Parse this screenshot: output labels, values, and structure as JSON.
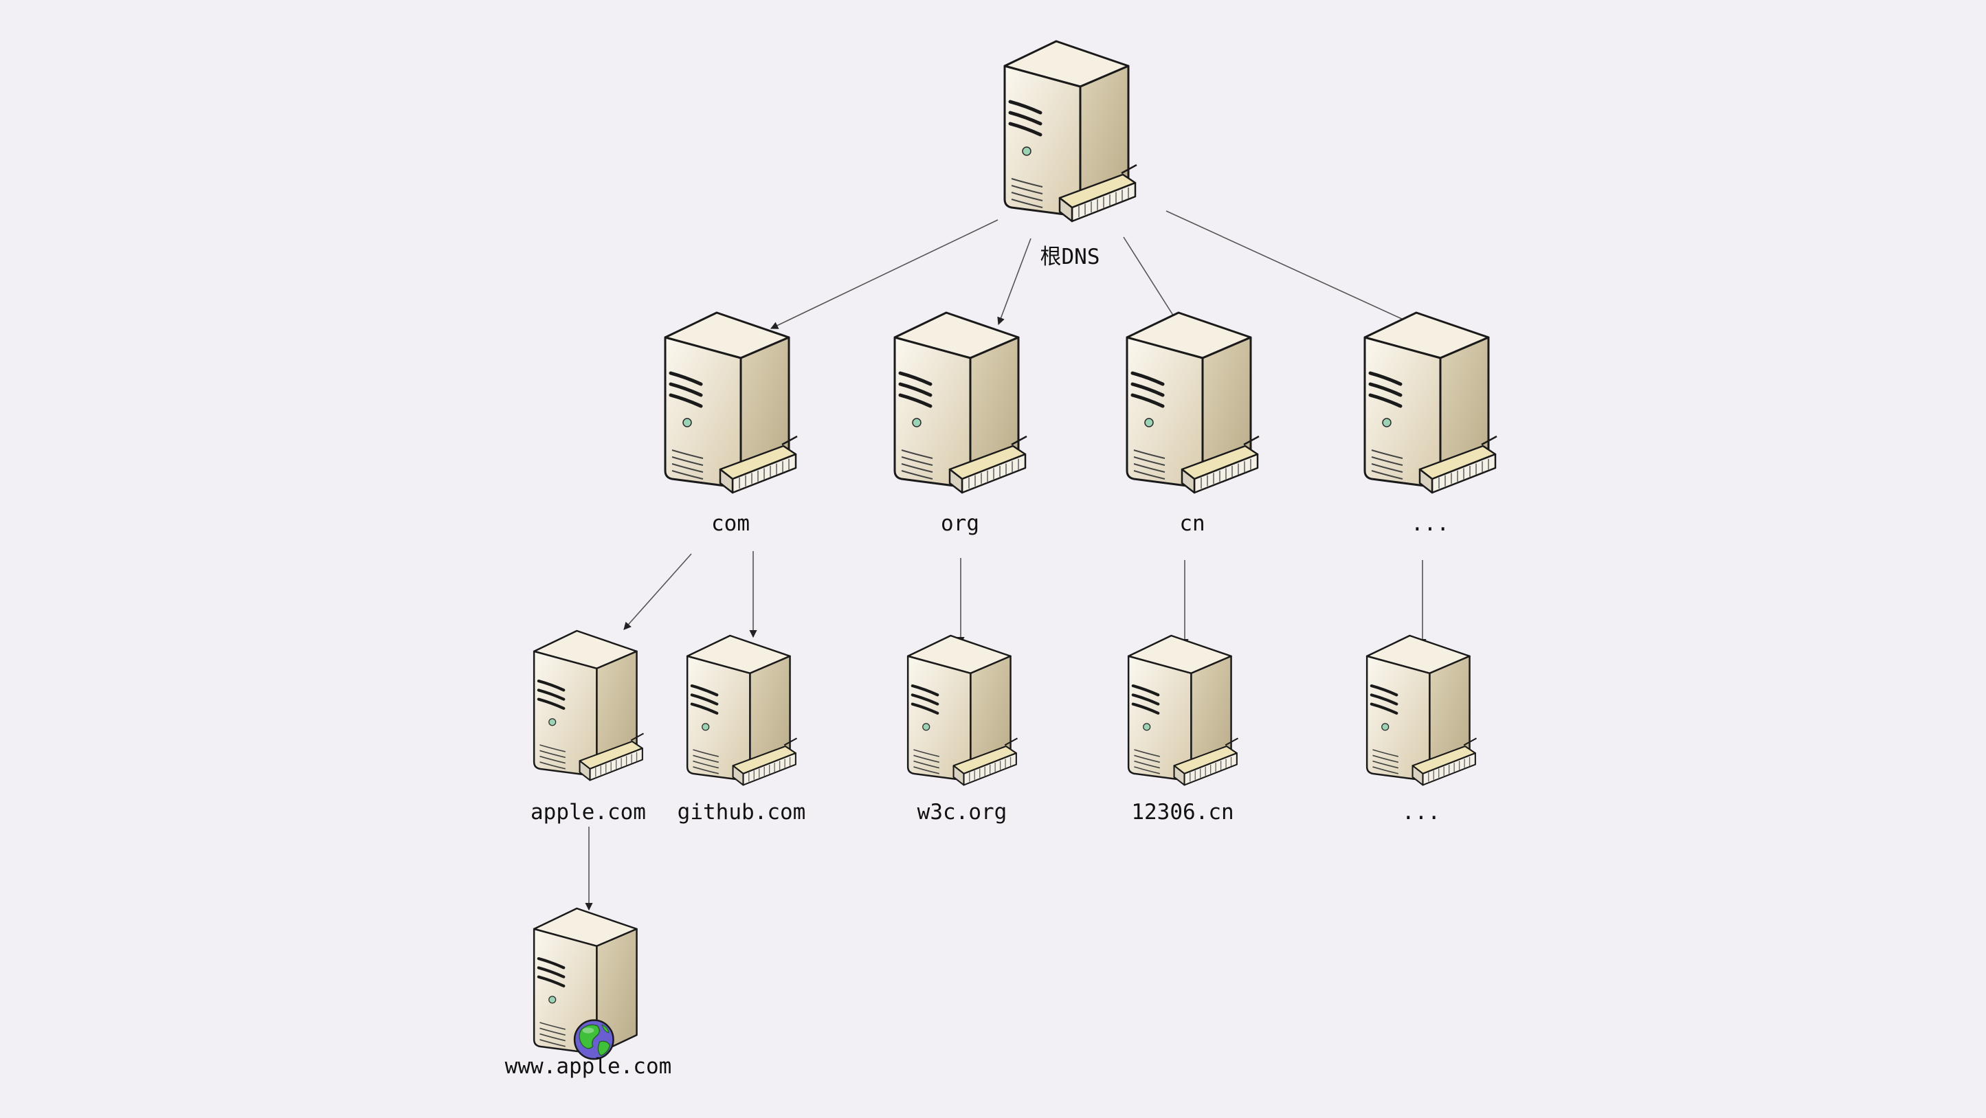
{
  "diagram": {
    "nodes": [
      {
        "id": "root",
        "label": "根DNS",
        "globe": false
      },
      {
        "id": "com",
        "label": "com",
        "globe": false
      },
      {
        "id": "org",
        "label": "org",
        "globe": false
      },
      {
        "id": "cn",
        "label": "cn",
        "globe": false
      },
      {
        "id": "tld-more",
        "label": "...",
        "globe": false
      },
      {
        "id": "apple",
        "label": "apple.com",
        "globe": false
      },
      {
        "id": "github",
        "label": "github.com",
        "globe": false
      },
      {
        "id": "w3c",
        "label": "w3c.org",
        "globe": false
      },
      {
        "id": "12306",
        "label": "12306.cn",
        "globe": false
      },
      {
        "id": "sld-more",
        "label": "...",
        "globe": false
      },
      {
        "id": "www-apple",
        "label": "www.apple.com",
        "globe": true
      }
    ],
    "edges": [
      {
        "from": "root",
        "to": "com"
      },
      {
        "from": "root",
        "to": "org"
      },
      {
        "from": "root",
        "to": "cn"
      },
      {
        "from": "root",
        "to": "tld-more"
      },
      {
        "from": "com",
        "to": "apple"
      },
      {
        "from": "com",
        "to": "github"
      },
      {
        "from": "org",
        "to": "w3c"
      },
      {
        "from": "cn",
        "to": "12306"
      },
      {
        "from": "tld-more",
        "to": "sld-more"
      },
      {
        "from": "apple",
        "to": "www-apple"
      }
    ],
    "colors": {
      "background": "#f2f0f5",
      "server_face": "#ece3cf",
      "server_side": "#cfc3a4",
      "server_top": "#f6f0e2",
      "outline": "#1a1a1a",
      "keyboard": "#f4f0e6",
      "globe_ocean": "#6a5fd0",
      "globe_land": "#3fbf3a"
    }
  }
}
